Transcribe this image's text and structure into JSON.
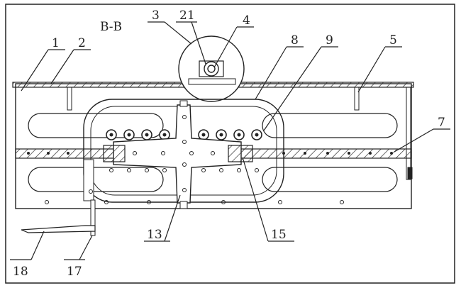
{
  "section_label": "B-B",
  "part_numbers": {
    "p1": "1",
    "p2": "2",
    "p3": "3",
    "p21": "21",
    "p4": "4",
    "p8": "8",
    "p9": "9",
    "p5": "5",
    "p7": "7",
    "p13": "13",
    "p15": "15",
    "p18": "18",
    "p17": "17"
  }
}
